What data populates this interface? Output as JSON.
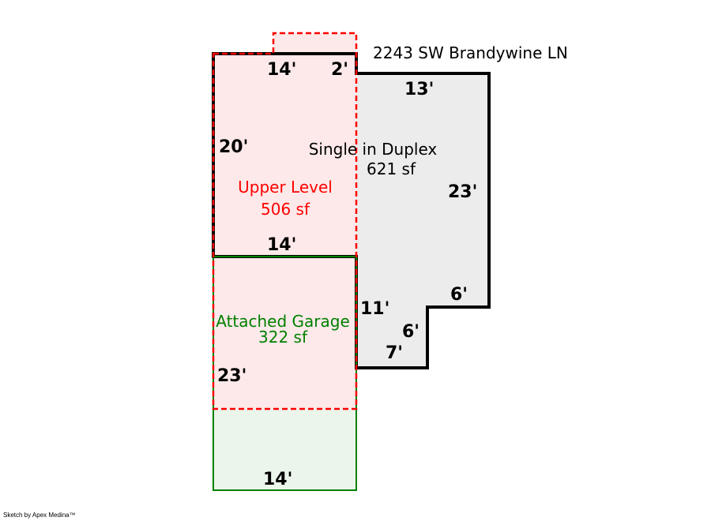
{
  "address": "2243 SW Brandywine LN",
  "areas": {
    "main": {
      "name": "Single in Duplex",
      "size": "621 sf",
      "color": "#000000",
      "fill": "#ececec"
    },
    "upper": {
      "name": "Upper Level",
      "size": "506 sf",
      "color": "#ff0000",
      "fill": "#fde9e9"
    },
    "garage": {
      "name": "Attached Garage",
      "size": "322 sf",
      "color": "#008000",
      "fill": "#ebf5eb"
    }
  },
  "dimensions": {
    "top_left": "14'",
    "top_notch": "2'",
    "top_right": "13'",
    "left_upper": "20'",
    "right": "23'",
    "middle": "14'",
    "step_top": "6'",
    "inner_vertical": "11'",
    "step_side": "6'",
    "step_bottom": "7'",
    "garage_left": "23'",
    "garage_bottom": "14'"
  },
  "credit": "Sketch by Apex Medina™"
}
